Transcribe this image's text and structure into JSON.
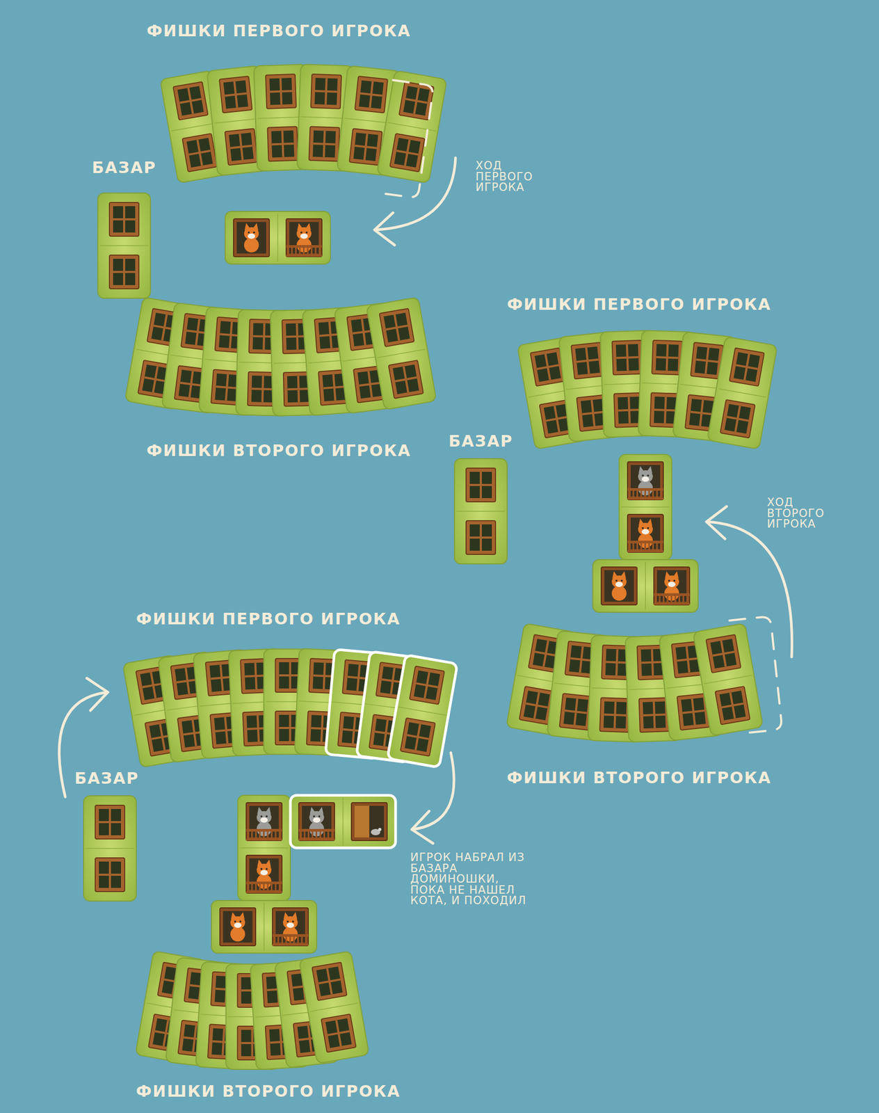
{
  "diagram": {
    "labels": [
      "ФИШКИ ПЕРВОГО ИГРОКА",
      "БАЗАР",
      "ХОД ПЕРВОГО ИГРОКА",
      "ФИШКИ ВТОРОГО ИГРОКА",
      "ФИШКИ ПЕРВОГО ИГРОКА",
      "БАЗАР",
      "ХОД ВТОРОГО ИГРОКА",
      "ФИШКИ ВТОРОГО ИГРОКА",
      "ФИШКИ ПЕРВОГО ИГРОКА",
      "БАЗАР",
      "ИГРОК НАБРАЛ ИЗ БАЗАРА ДОМИНОШКИ, ПОКА НЕ НАШЕЛ КОТА, И ПОХОДИЛ",
      "ФИШКИ ВТОРОГО ИГРОКА"
    ]
  }
}
